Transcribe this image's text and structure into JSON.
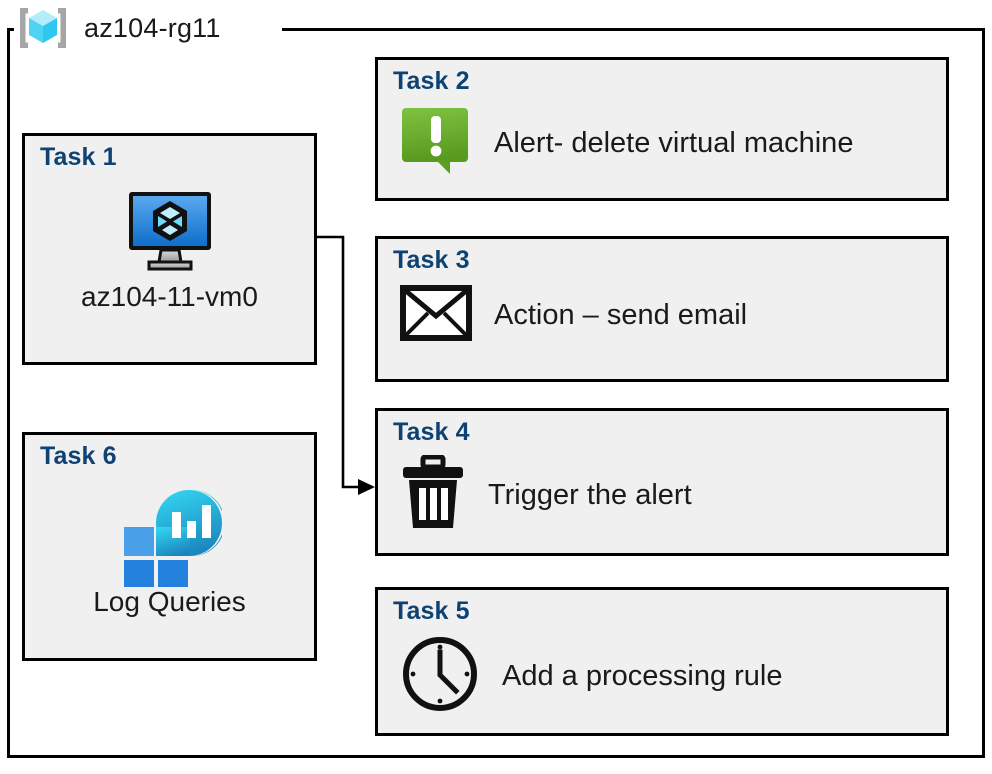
{
  "diagram": {
    "resource_group": {
      "name": "az104-rg11",
      "icon": "resource-group-cube-icon"
    },
    "border_color": "#000000",
    "card_fill": "#f0f0f0",
    "task_label_color": "#0e4273",
    "connector": {
      "from": "az104-11-vm0",
      "to": "Task 4",
      "arrow": "arrow-right"
    },
    "cards": [
      {
        "id": "task1",
        "title": "Task 1",
        "caption": "az104-11-vm0",
        "icon": "virtual-machine-icon",
        "column": "left"
      },
      {
        "id": "task2",
        "title": "Task 2",
        "label": "Alert- delete virtual machine",
        "icon": "alert-bubble-icon",
        "icon_color": "#6fb82b",
        "column": "right"
      },
      {
        "id": "task3",
        "title": "Task 3",
        "label": "Action – send email",
        "icon": "envelope-icon",
        "icon_color": "#000000",
        "column": "right"
      },
      {
        "id": "task4",
        "title": "Task 4",
        "label": "Trigger the alert",
        "icon": "trash-can-icon",
        "icon_color": "#000000",
        "column": "right"
      },
      {
        "id": "task5",
        "title": "Task 5",
        "label": "Add a processing rule",
        "icon": "clock-icon",
        "icon_color": "#000000",
        "column": "right"
      },
      {
        "id": "task6",
        "title": "Task 6",
        "caption": "Log Queries",
        "icon": "log-analytics-icon",
        "column": "left"
      }
    ]
  }
}
